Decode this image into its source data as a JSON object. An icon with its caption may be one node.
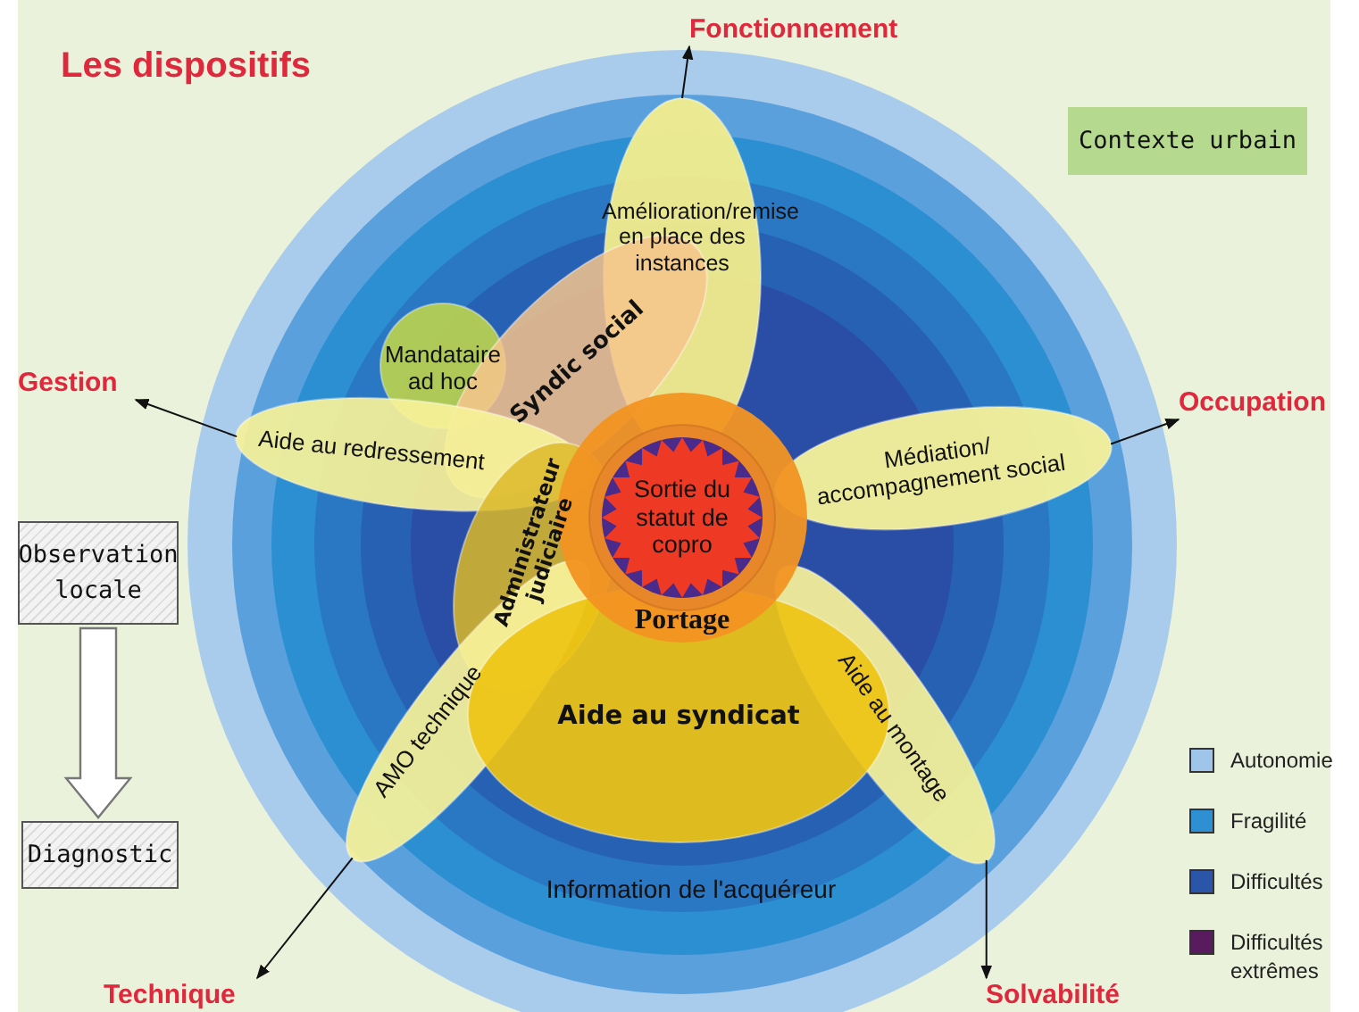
{
  "diagram": {
    "title": "Les dispositifs",
    "nodes": [
      {
        "text": [
          "Fonctionnement"
        ]
      },
      {
        "text": [
          "Gestion"
        ]
      },
      {
        "text": [
          "Contexte urbain"
        ]
      },
      {
        "text": [
          "Occupation"
        ]
      },
      {
        "text": [
          "Observation locale"
        ]
      },
      {
        "text": [
          "Diagnostic"
        ]
      },
      {
        "text": [
          "Technique"
        ]
      },
      {
        "text": [
          "Solvabilité"
        ]
      },
      {
        "text": [
          "Information de l'acquéreur"
        ]
      },
      {
        "text": [
          "Amélioration/remise en place des instances"
        ],
        "in": 8
      },
      {
        "text": [
          "Mandataire ad hoc"
        ],
        "in": 8
      },
      {
        "text": [
          "Syndic social"
        ],
        "in": 8
      },
      {
        "text": [
          "Aide au redressement"
        ],
        "in": 8
      },
      {
        "text": [
          "Médiation/ accompagnement social"
        ],
        "in": 8
      },
      {
        "text": [
          "Administrateur judiciaire"
        ],
        "in": 8
      },
      {
        "text": [
          "AMO technique"
        ],
        "in": 8
      },
      {
        "text": [
          "Aide au montage"
        ],
        "in": 8
      },
      {
        "text": [
          "Aide au syndicat"
        ],
        "in": 8
      },
      {
        "text": [
          "Portage"
        ],
        "in": 8
      },
      {
        "text": [
          "Sortie du statut de copro"
        ],
        "in": 18
      }
    ],
    "edges": [
      {
        "from": 9,
        "to": 0,
        "arrow": "to"
      },
      {
        "from": 12,
        "to": 1,
        "arrow": "to"
      },
      {
        "from": 13,
        "to": 3,
        "arrow": "to"
      },
      {
        "from": 15,
        "to": 6,
        "arrow": "to"
      },
      {
        "from": 16,
        "to": 7,
        "arrow": "to"
      },
      {
        "from": 4,
        "to": 5,
        "arrow": "to",
        "style": "thick"
      }
    ],
    "legend": [
      {
        "text": "Autonomie",
        "color": "#9fc5ea"
      },
      {
        "text": "Fragilité",
        "color": "#2e8fd3"
      },
      {
        "text": "Difficultés",
        "color": "#2b55a8"
      },
      {
        "text": "Difficultés extrêmes",
        "color": "#5a1a5e"
      }
    ]
  }
}
